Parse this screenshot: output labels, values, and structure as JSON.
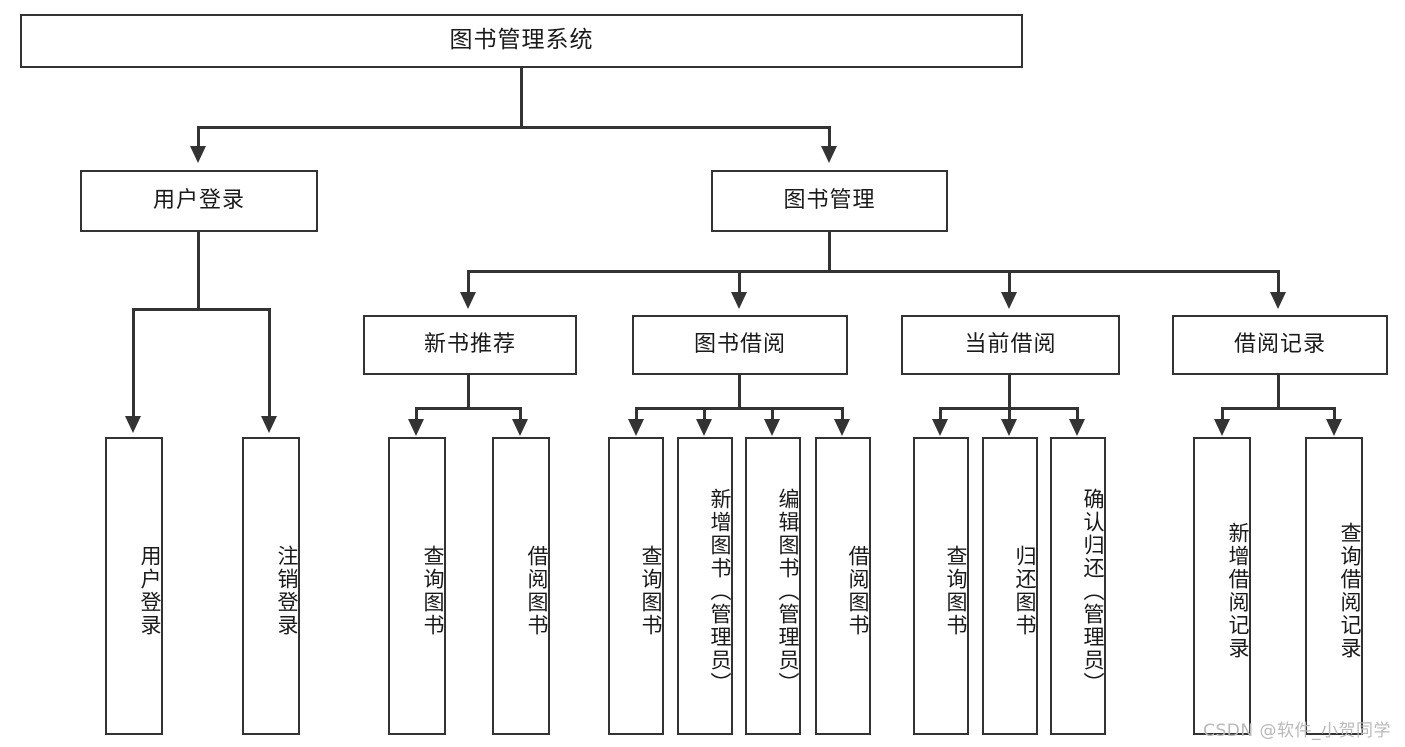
{
  "diagram": {
    "title": "图书管理系统",
    "watermark": "CSDN @软件_小贺同学",
    "level1": {
      "label": "图书管理系统"
    },
    "level2": [
      {
        "label": "用户登录"
      },
      {
        "label": "图书管理"
      }
    ],
    "level3": [
      {
        "label": "新书推荐"
      },
      {
        "label": "图书借阅"
      },
      {
        "label": "当前借阅"
      },
      {
        "label": "借阅记录"
      }
    ],
    "leaves": {
      "user_login": [
        {
          "label": "用户登录"
        },
        {
          "label": "注销登录"
        }
      ],
      "new_book_recommend": [
        {
          "label": "查询图书"
        },
        {
          "label": "借阅图书"
        }
      ],
      "book_borrow": [
        {
          "label": "查询图书"
        },
        {
          "label": "新增图书（管理员）"
        },
        {
          "label": "编辑图书（管理员）"
        },
        {
          "label": "借阅图书"
        }
      ],
      "current_borrow": [
        {
          "label": "查询图书"
        },
        {
          "label": "归还图书"
        },
        {
          "label": "确认归还（管理员）"
        }
      ],
      "borrow_record": [
        {
          "label": "新增借阅记录"
        },
        {
          "label": "查询借阅记录"
        }
      ]
    }
  },
  "colors": {
    "stroke": "#333333",
    "background": "#ffffff",
    "text": "#1a1a1a",
    "watermark": "#b9b9b9"
  }
}
